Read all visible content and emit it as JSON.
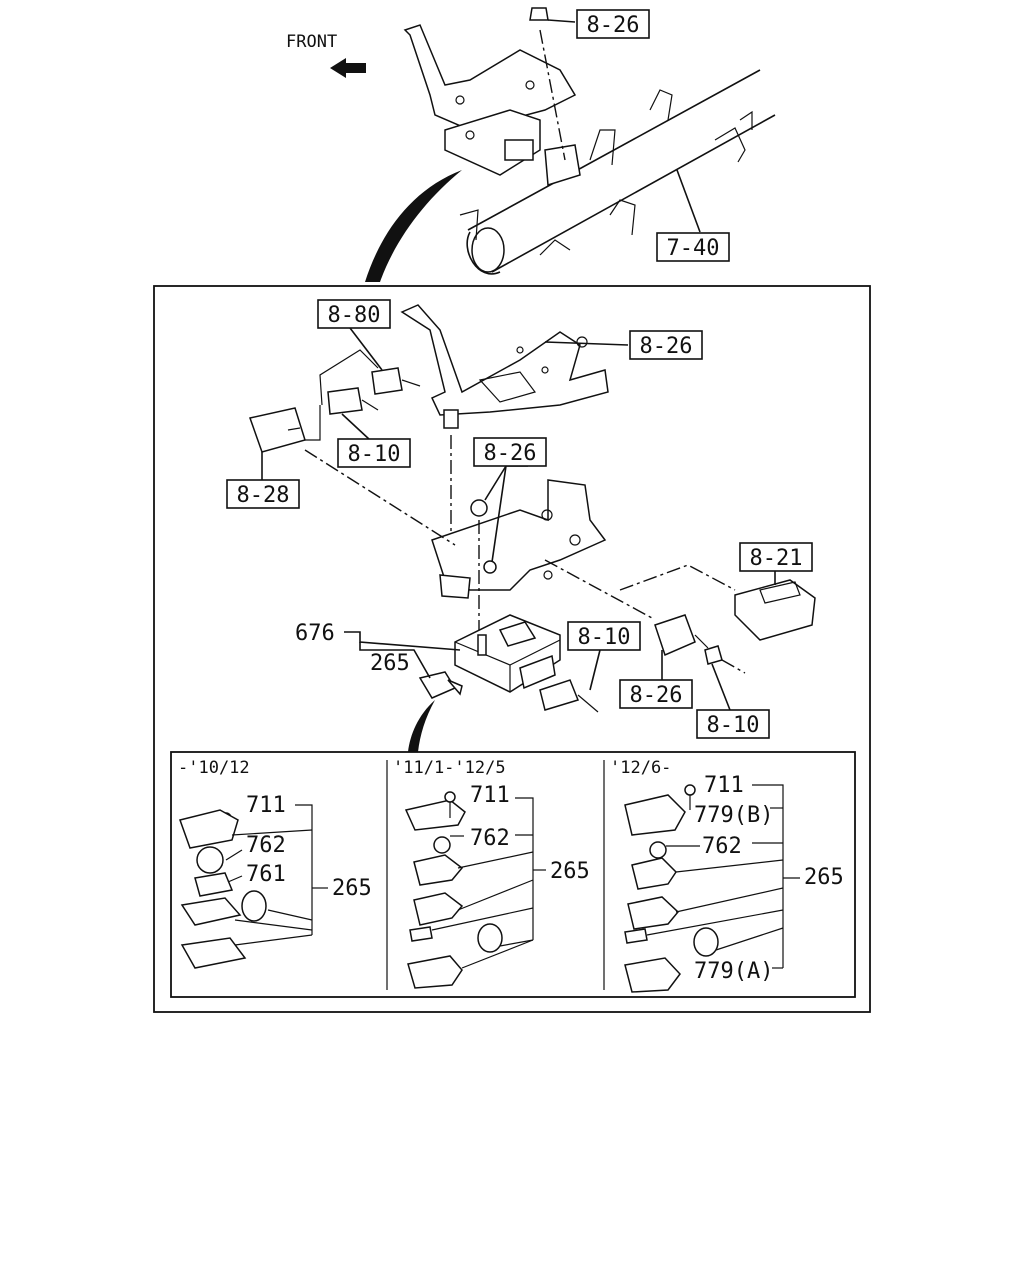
{
  "direction": {
    "label": "FRONT"
  },
  "top_refs": {
    "bolt_ref": "8-26",
    "beam_ref": "7-40"
  },
  "detail_refs": {
    "connector_top": "8-80",
    "bracket_top": "8-26",
    "harness_left": "8-10",
    "relay_left": "8-28",
    "nuts": "8-26",
    "connector_right": "8-21",
    "harness_lower": "8-10",
    "relay_lower": "8-26",
    "harness_right": "8-10"
  },
  "callouts": {
    "unit": "676",
    "remote": "265"
  },
  "inset_panels": [
    {
      "range": "-'10/12",
      "parts": {
        "screw": "711",
        "battery": "762",
        "holder": "761",
        "assembly": "265"
      }
    },
    {
      "range": "'11/1-'12/5",
      "parts": {
        "screw": "711",
        "battery": "762",
        "assembly": "265"
      }
    },
    {
      "range": "'12/6-",
      "parts": {
        "screw": "711",
        "upper_case": "779(B)",
        "battery": "762",
        "assembly": "265",
        "lower_case": "779(A)"
      }
    }
  ]
}
